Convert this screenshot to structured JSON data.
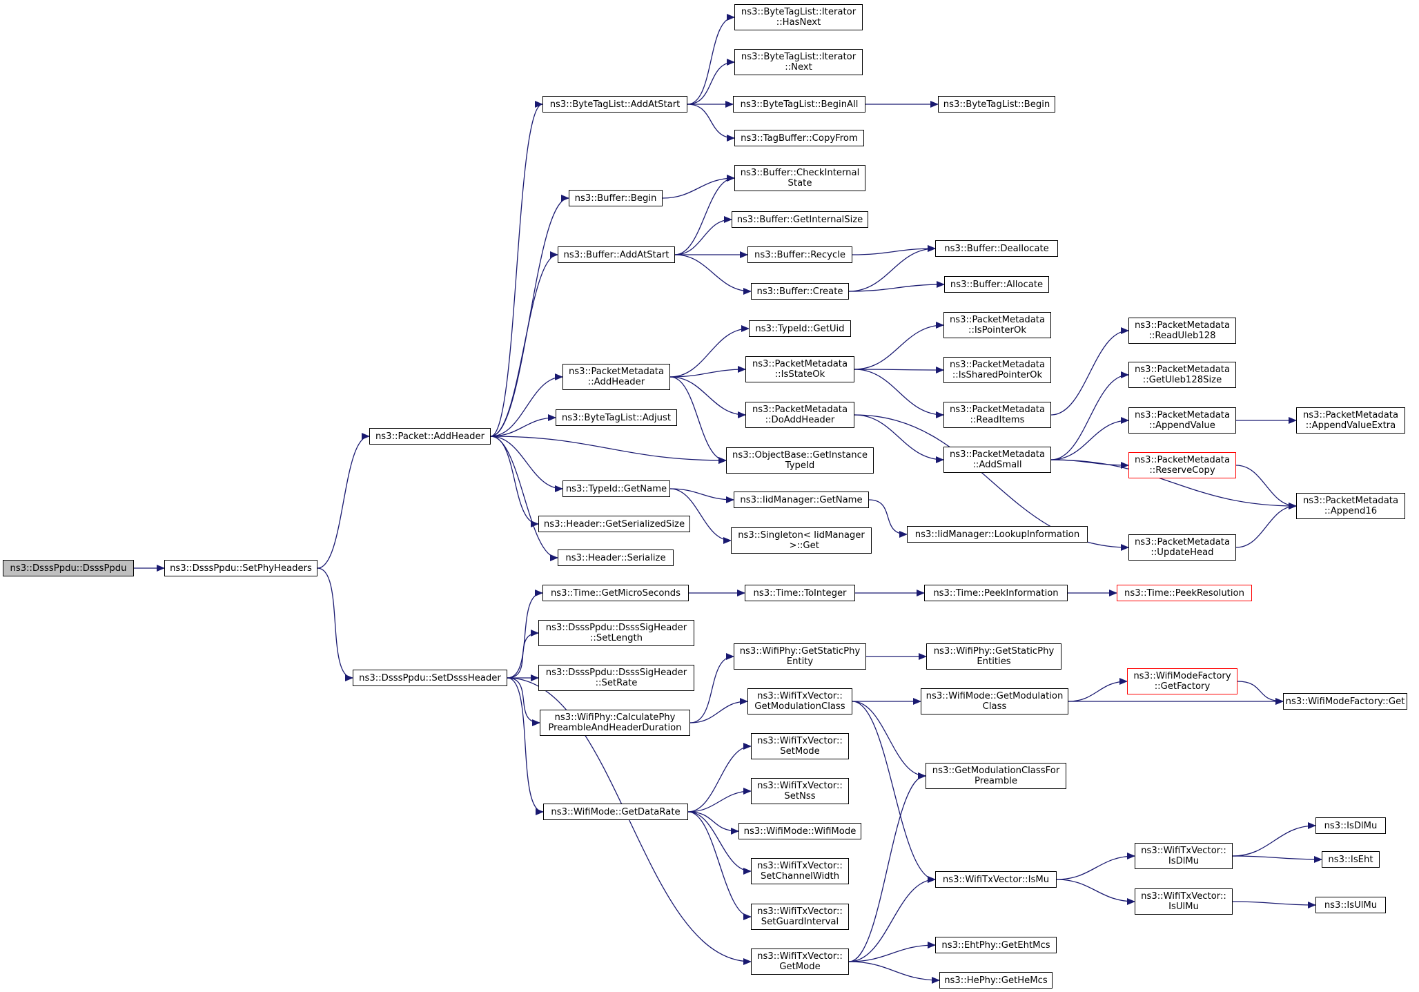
{
  "diagram": {
    "colors": {
      "edge": "#191970",
      "node_border": "#000000",
      "root_fill": "#bfbfbf",
      "truncated_border": "#ff0000"
    },
    "nodes": [
      {
        "id": "DsssPpdu",
        "lines": [
          "ns3::DsssPpdu::DsssPpdu"
        ],
        "root": true
      },
      {
        "id": "SetPhyHeaders",
        "lines": [
          "ns3::DsssPpdu::SetPhyHeaders"
        ]
      },
      {
        "id": "PacketAddHeader",
        "lines": [
          "ns3::Packet::AddHeader"
        ]
      },
      {
        "id": "SetDsssHeader",
        "lines": [
          "ns3::DsssPpdu::SetDsssHeader"
        ]
      },
      {
        "id": "BTLAddAtStart",
        "lines": [
          "ns3::ByteTagList::AddAtStart"
        ]
      },
      {
        "id": "BufferBegin",
        "lines": [
          "ns3::Buffer::Begin"
        ]
      },
      {
        "id": "BufferAddAtStart",
        "lines": [
          "ns3::Buffer::AddAtStart"
        ]
      },
      {
        "id": "PMAddHeader",
        "lines": [
          "ns3::PacketMetadata",
          "::AddHeader"
        ]
      },
      {
        "id": "BTLAdjust",
        "lines": [
          "ns3::ByteTagList::Adjust"
        ]
      },
      {
        "id": "TypeIdGetName",
        "lines": [
          "ns3::TypeId::GetName"
        ]
      },
      {
        "id": "HeaderGetSerializedSize",
        "lines": [
          "ns3::Header::GetSerializedSize"
        ]
      },
      {
        "id": "HeaderSerialize",
        "lines": [
          "ns3::Header::Serialize"
        ]
      },
      {
        "id": "TimeGetMicroSeconds",
        "lines": [
          "ns3::Time::GetMicroSeconds"
        ]
      },
      {
        "id": "SigSetLength",
        "lines": [
          "ns3::DsssPpdu::DsssSigHeader",
          "::SetLength"
        ]
      },
      {
        "id": "SigSetRate",
        "lines": [
          "ns3::DsssPpdu::DsssSigHeader",
          "::SetRate"
        ]
      },
      {
        "id": "CalcPreamble",
        "lines": [
          "ns3::WifiPhy::CalculatePhy",
          "PreambleAndHeaderDuration"
        ]
      },
      {
        "id": "WifiModeGetDataRate",
        "lines": [
          "ns3::WifiMode::GetDataRate"
        ]
      },
      {
        "id": "IterHasNext",
        "lines": [
          "ns3::ByteTagList::Iterator",
          "::HasNext"
        ]
      },
      {
        "id": "IterNext",
        "lines": [
          "ns3::ByteTagList::Iterator",
          "::Next"
        ]
      },
      {
        "id": "BTLBeginAll",
        "lines": [
          "ns3::ByteTagList::BeginAll"
        ]
      },
      {
        "id": "TagBufferCopyFrom",
        "lines": [
          "ns3::TagBuffer::CopyFrom"
        ]
      },
      {
        "id": "BufferCheckInternal",
        "lines": [
          "ns3::Buffer::CheckInternal",
          "State"
        ]
      },
      {
        "id": "BufferGetInternalSize",
        "lines": [
          "ns3::Buffer::GetInternalSize"
        ]
      },
      {
        "id": "BufferRecycle",
        "lines": [
          "ns3::Buffer::Recycle"
        ]
      },
      {
        "id": "BufferCreate",
        "lines": [
          "ns3::Buffer::Create"
        ]
      },
      {
        "id": "TypeIdGetUid",
        "lines": [
          "ns3::TypeId::GetUid"
        ]
      },
      {
        "id": "PMIsStateOk",
        "lines": [
          "ns3::PacketMetadata",
          "::IsStateOk"
        ]
      },
      {
        "id": "PMDoAddHeader",
        "lines": [
          "ns3::PacketMetadata",
          "::DoAddHeader"
        ]
      },
      {
        "id": "GetInstanceTypeId",
        "lines": [
          "ns3::ObjectBase::GetInstance",
          "TypeId"
        ]
      },
      {
        "id": "IidGetName",
        "lines": [
          "ns3::IidManager::GetName"
        ]
      },
      {
        "id": "SingletonGet",
        "lines": [
          "ns3::Singleton< IidManager",
          "  >::Get"
        ]
      },
      {
        "id": "TimeToInteger",
        "lines": [
          "ns3::Time::ToInteger"
        ]
      },
      {
        "id": "GetStaticPhyEntity",
        "lines": [
          "ns3::WifiPhy::GetStaticPhy",
          "Entity"
        ]
      },
      {
        "id": "TxGetModulationClass",
        "lines": [
          "ns3::WifiTxVector::",
          "GetModulationClass"
        ]
      },
      {
        "id": "TxSetMode",
        "lines": [
          "ns3::WifiTxVector::",
          "SetMode"
        ]
      },
      {
        "id": "TxSetNss",
        "lines": [
          "ns3::WifiTxVector::",
          "SetNss"
        ]
      },
      {
        "id": "WifiModeWifiMode",
        "lines": [
          "ns3::WifiMode::WifiMode"
        ]
      },
      {
        "id": "TxSetChannelWidth",
        "lines": [
          "ns3::WifiTxVector::",
          "SetChannelWidth"
        ]
      },
      {
        "id": "TxSetGuardInterval",
        "lines": [
          "ns3::WifiTxVector::",
          "SetGuardInterval"
        ]
      },
      {
        "id": "TxGetMode",
        "lines": [
          "ns3::WifiTxVector::",
          "GetMode"
        ]
      },
      {
        "id": "BTLBegin",
        "lines": [
          "ns3::ByteTagList::Begin"
        ]
      },
      {
        "id": "BufferDeallocate",
        "lines": [
          "ns3::Buffer::Deallocate"
        ]
      },
      {
        "id": "BufferAllocate",
        "lines": [
          "ns3::Buffer::Allocate"
        ]
      },
      {
        "id": "PMIsPointerOk",
        "lines": [
          "ns3::PacketMetadata",
          "::IsPointerOk"
        ]
      },
      {
        "id": "PMIsSharedPointerOk",
        "lines": [
          "ns3::PacketMetadata",
          "::IsSharedPointerOk"
        ]
      },
      {
        "id": "PMReadItems",
        "lines": [
          "ns3::PacketMetadata",
          "::ReadItems"
        ]
      },
      {
        "id": "PMAddSmall",
        "lines": [
          "ns3::PacketMetadata",
          "::AddSmall"
        ]
      },
      {
        "id": "IidLookupInformation",
        "lines": [
          "ns3::IidManager::LookupInformation"
        ]
      },
      {
        "id": "TimePeekInformation",
        "lines": [
          "ns3::Time::PeekInformation"
        ]
      },
      {
        "id": "GetStaticPhyEntities",
        "lines": [
          "ns3::WifiPhy::GetStaticPhy",
          "Entities"
        ]
      },
      {
        "id": "WifiModeGetModulationClass",
        "lines": [
          "ns3::WifiMode::GetModulation",
          "Class"
        ]
      },
      {
        "id": "GetModClassForPreamble",
        "lines": [
          "ns3::GetModulationClassFor",
          "Preamble"
        ]
      },
      {
        "id": "TxIsMu",
        "lines": [
          "ns3::WifiTxVector::IsMu"
        ]
      },
      {
        "id": "EhtGetEhtMcs",
        "lines": [
          "ns3::EhtPhy::GetEhtMcs"
        ]
      },
      {
        "id": "HeGetHeMcs",
        "lines": [
          "ns3::HePhy::GetHeMcs"
        ]
      },
      {
        "id": "PMReadUleb128",
        "lines": [
          "ns3::PacketMetadata",
          "::ReadUleb128"
        ]
      },
      {
        "id": "PMGetUleb128Size",
        "lines": [
          "ns3::PacketMetadata",
          "::GetUleb128Size"
        ]
      },
      {
        "id": "PMAppendValue",
        "lines": [
          "ns3::PacketMetadata",
          "::AppendValue"
        ]
      },
      {
        "id": "PMReserveCopy",
        "lines": [
          "ns3::PacketMetadata",
          "::ReserveCopy"
        ],
        "truncated": true
      },
      {
        "id": "PMUpdateHead",
        "lines": [
          "ns3::PacketMetadata",
          "::UpdateHead"
        ]
      },
      {
        "id": "TimePeekResolution",
        "lines": [
          "ns3::Time::PeekResolution"
        ],
        "truncated": true
      },
      {
        "id": "WMFGetFactory",
        "lines": [
          "ns3::WifiModeFactory",
          "::GetFactory"
        ],
        "truncated": true
      },
      {
        "id": "TxIsDlMu",
        "lines": [
          "ns3::WifiTxVector::",
          "IsDlMu"
        ]
      },
      {
        "id": "TxIsUlMu",
        "lines": [
          "ns3::WifiTxVector::",
          "IsUlMu"
        ]
      },
      {
        "id": "PMAppendValueExtra",
        "lines": [
          "ns3::PacketMetadata",
          "::AppendValueExtra"
        ]
      },
      {
        "id": "PMAppend16",
        "lines": [
          "ns3::PacketMetadata",
          "::Append16"
        ]
      },
      {
        "id": "WMFGet",
        "lines": [
          "ns3::WifiModeFactory::Get"
        ]
      },
      {
        "id": "IsDlMu",
        "lines": [
          "ns3::IsDlMu"
        ]
      },
      {
        "id": "IsEht",
        "lines": [
          "ns3::IsEht"
        ]
      },
      {
        "id": "IsUlMu",
        "lines": [
          "ns3::IsUlMu"
        ]
      }
    ],
    "edges": [
      [
        "DsssPpdu",
        "SetPhyHeaders"
      ],
      [
        "SetPhyHeaders",
        "PacketAddHeader"
      ],
      [
        "SetPhyHeaders",
        "SetDsssHeader"
      ],
      [
        "PacketAddHeader",
        "BTLAddAtStart"
      ],
      [
        "PacketAddHeader",
        "BufferBegin"
      ],
      [
        "PacketAddHeader",
        "BufferAddAtStart"
      ],
      [
        "PacketAddHeader",
        "PMAddHeader"
      ],
      [
        "PacketAddHeader",
        "BTLAdjust"
      ],
      [
        "PacketAddHeader",
        "GetInstanceTypeId"
      ],
      [
        "PacketAddHeader",
        "TypeIdGetName"
      ],
      [
        "PacketAddHeader",
        "HeaderGetSerializedSize"
      ],
      [
        "PacketAddHeader",
        "HeaderSerialize"
      ],
      [
        "BTLAddAtStart",
        "IterHasNext"
      ],
      [
        "BTLAddAtStart",
        "IterNext"
      ],
      [
        "BTLAddAtStart",
        "BTLBeginAll"
      ],
      [
        "BTLAddAtStart",
        "TagBufferCopyFrom"
      ],
      [
        "BTLBeginAll",
        "BTLBegin"
      ],
      [
        "BufferBegin",
        "BufferCheckInternal"
      ],
      [
        "BufferAddAtStart",
        "BufferCheckInternal"
      ],
      [
        "BufferAddAtStart",
        "BufferGetInternalSize"
      ],
      [
        "BufferAddAtStart",
        "BufferRecycle"
      ],
      [
        "BufferAddAtStart",
        "BufferCreate"
      ],
      [
        "BufferRecycle",
        "BufferDeallocate"
      ],
      [
        "BufferCreate",
        "BufferDeallocate"
      ],
      [
        "BufferCreate",
        "BufferAllocate"
      ],
      [
        "PMAddHeader",
        "TypeIdGetUid"
      ],
      [
        "PMAddHeader",
        "PMIsStateOk"
      ],
      [
        "PMAddHeader",
        "PMDoAddHeader"
      ],
      [
        "PMAddHeader",
        "GetInstanceTypeId"
      ],
      [
        "PMIsStateOk",
        "PMIsPointerOk"
      ],
      [
        "PMIsStateOk",
        "PMIsSharedPointerOk"
      ],
      [
        "PMIsStateOk",
        "PMReadItems"
      ],
      [
        "PMReadItems",
        "PMReadUleb128"
      ],
      [
        "PMDoAddHeader",
        "PMAddSmall"
      ],
      [
        "PMDoAddHeader",
        "PMUpdateHead"
      ],
      [
        "PMAddSmall",
        "PMGetUleb128Size"
      ],
      [
        "PMAddSmall",
        "PMAppendValue"
      ],
      [
        "PMAddSmall",
        "PMReserveCopy"
      ],
      [
        "PMAddSmall",
        "PMAppend16"
      ],
      [
        "PMAppendValue",
        "PMAppendValueExtra"
      ],
      [
        "PMReserveCopy",
        "PMAppend16"
      ],
      [
        "PMUpdateHead",
        "PMAppend16"
      ],
      [
        "TypeIdGetName",
        "IidGetName"
      ],
      [
        "TypeIdGetName",
        "SingletonGet"
      ],
      [
        "IidGetName",
        "IidLookupInformation"
      ],
      [
        "SetDsssHeader",
        "TimeGetMicroSeconds"
      ],
      [
        "SetDsssHeader",
        "SigSetLength"
      ],
      [
        "SetDsssHeader",
        "SigSetRate"
      ],
      [
        "SetDsssHeader",
        "CalcPreamble"
      ],
      [
        "SetDsssHeader",
        "WifiModeGetDataRate"
      ],
      [
        "SetDsssHeader",
        "TxGetMode"
      ],
      [
        "TimeGetMicroSeconds",
        "TimeToInteger"
      ],
      [
        "TimeToInteger",
        "TimePeekInformation"
      ],
      [
        "TimePeekInformation",
        "TimePeekResolution"
      ],
      [
        "CalcPreamble",
        "GetStaticPhyEntity"
      ],
      [
        "CalcPreamble",
        "TxGetModulationClass"
      ],
      [
        "GetStaticPhyEntity",
        "GetStaticPhyEntities"
      ],
      [
        "TxGetModulationClass",
        "WifiModeGetModulationClass"
      ],
      [
        "TxGetModulationClass",
        "GetModClassForPreamble"
      ],
      [
        "TxGetModulationClass",
        "TxIsMu"
      ],
      [
        "WifiModeGetModulationClass",
        "WMFGetFactory"
      ],
      [
        "WifiModeGetModulationClass",
        "WMFGet"
      ],
      [
        "WMFGetFactory",
        "WMFGet"
      ],
      [
        "WifiModeGetDataRate",
        "TxSetMode"
      ],
      [
        "WifiModeGetDataRate",
        "TxSetNss"
      ],
      [
        "WifiModeGetDataRate",
        "WifiModeWifiMode"
      ],
      [
        "WifiModeGetDataRate",
        "TxSetChannelWidth"
      ],
      [
        "WifiModeGetDataRate",
        "TxSetGuardInterval"
      ],
      [
        "TxGetMode",
        "GetModClassForPreamble"
      ],
      [
        "TxGetMode",
        "TxIsMu"
      ],
      [
        "TxGetMode",
        "EhtGetEhtMcs"
      ],
      [
        "TxGetMode",
        "HeGetHeMcs"
      ],
      [
        "TxIsMu",
        "TxIsDlMu"
      ],
      [
        "TxIsMu",
        "TxIsUlMu"
      ],
      [
        "TxIsDlMu",
        "IsDlMu"
      ],
      [
        "TxIsDlMu",
        "IsEht"
      ],
      [
        "TxIsUlMu",
        "IsUlMu"
      ]
    ]
  }
}
